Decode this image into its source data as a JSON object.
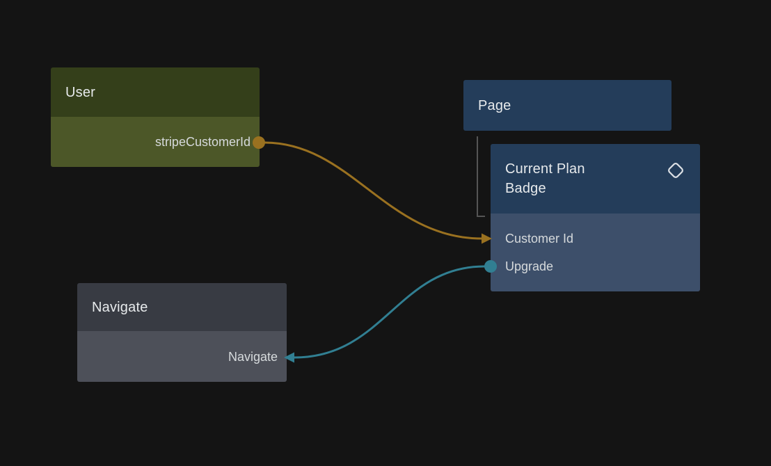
{
  "canvas": {
    "background": "#141414"
  },
  "nodes": {
    "user": {
      "title": "User",
      "colors": {
        "header": "#343f1a",
        "body": "#4c5728"
      },
      "ports": [
        {
          "label": "stripeCustomerId",
          "direction": "output"
        }
      ]
    },
    "page": {
      "title": "Page",
      "colors": {
        "header": "#243d5a"
      }
    },
    "current_plan_badge": {
      "title": "Current Plan Badge",
      "icon": "diamond",
      "colors": {
        "header": "#243d5a",
        "body": "#3d4f6a"
      },
      "ports": [
        {
          "label": "Customer Id",
          "direction": "input"
        },
        {
          "label": "Upgrade",
          "direction": "output"
        }
      ]
    },
    "navigate": {
      "title": "Navigate",
      "colors": {
        "header": "#383b43",
        "body": "#4d5059"
      },
      "ports": [
        {
          "label": "Navigate",
          "direction": "input"
        }
      ]
    }
  },
  "hierarchy": {
    "connector_color": "#555555"
  },
  "connections": [
    {
      "from_node": "User",
      "from_port": "stripeCustomerId",
      "to_node": "Current Plan Badge",
      "to_port": "Customer Id",
      "color": "#9a7120"
    },
    {
      "from_node": "Current Plan Badge",
      "from_port": "Upgrade",
      "to_node": "Navigate",
      "to_port": "Navigate",
      "color": "#317f92"
    }
  ]
}
